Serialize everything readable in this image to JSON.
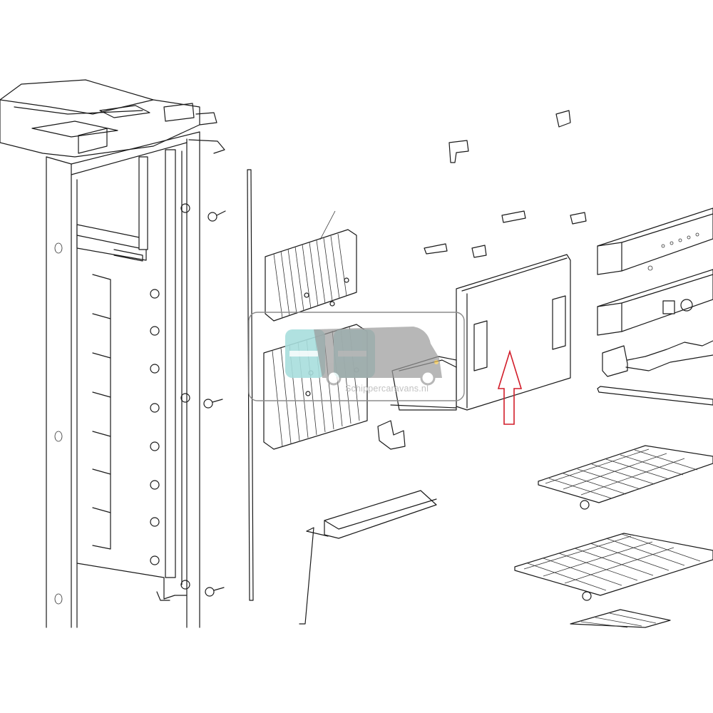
{
  "watermark": {
    "text": "Schippercaravans.nl",
    "logo_color": "#a7dedd",
    "van_color": "#9a9a9a"
  },
  "highlight_arrow": {
    "color": "#d21d2a",
    "direction": "up",
    "target": "freezer-door"
  },
  "colors": {
    "line": "#1a1a1a",
    "background": "#ffffff"
  }
}
